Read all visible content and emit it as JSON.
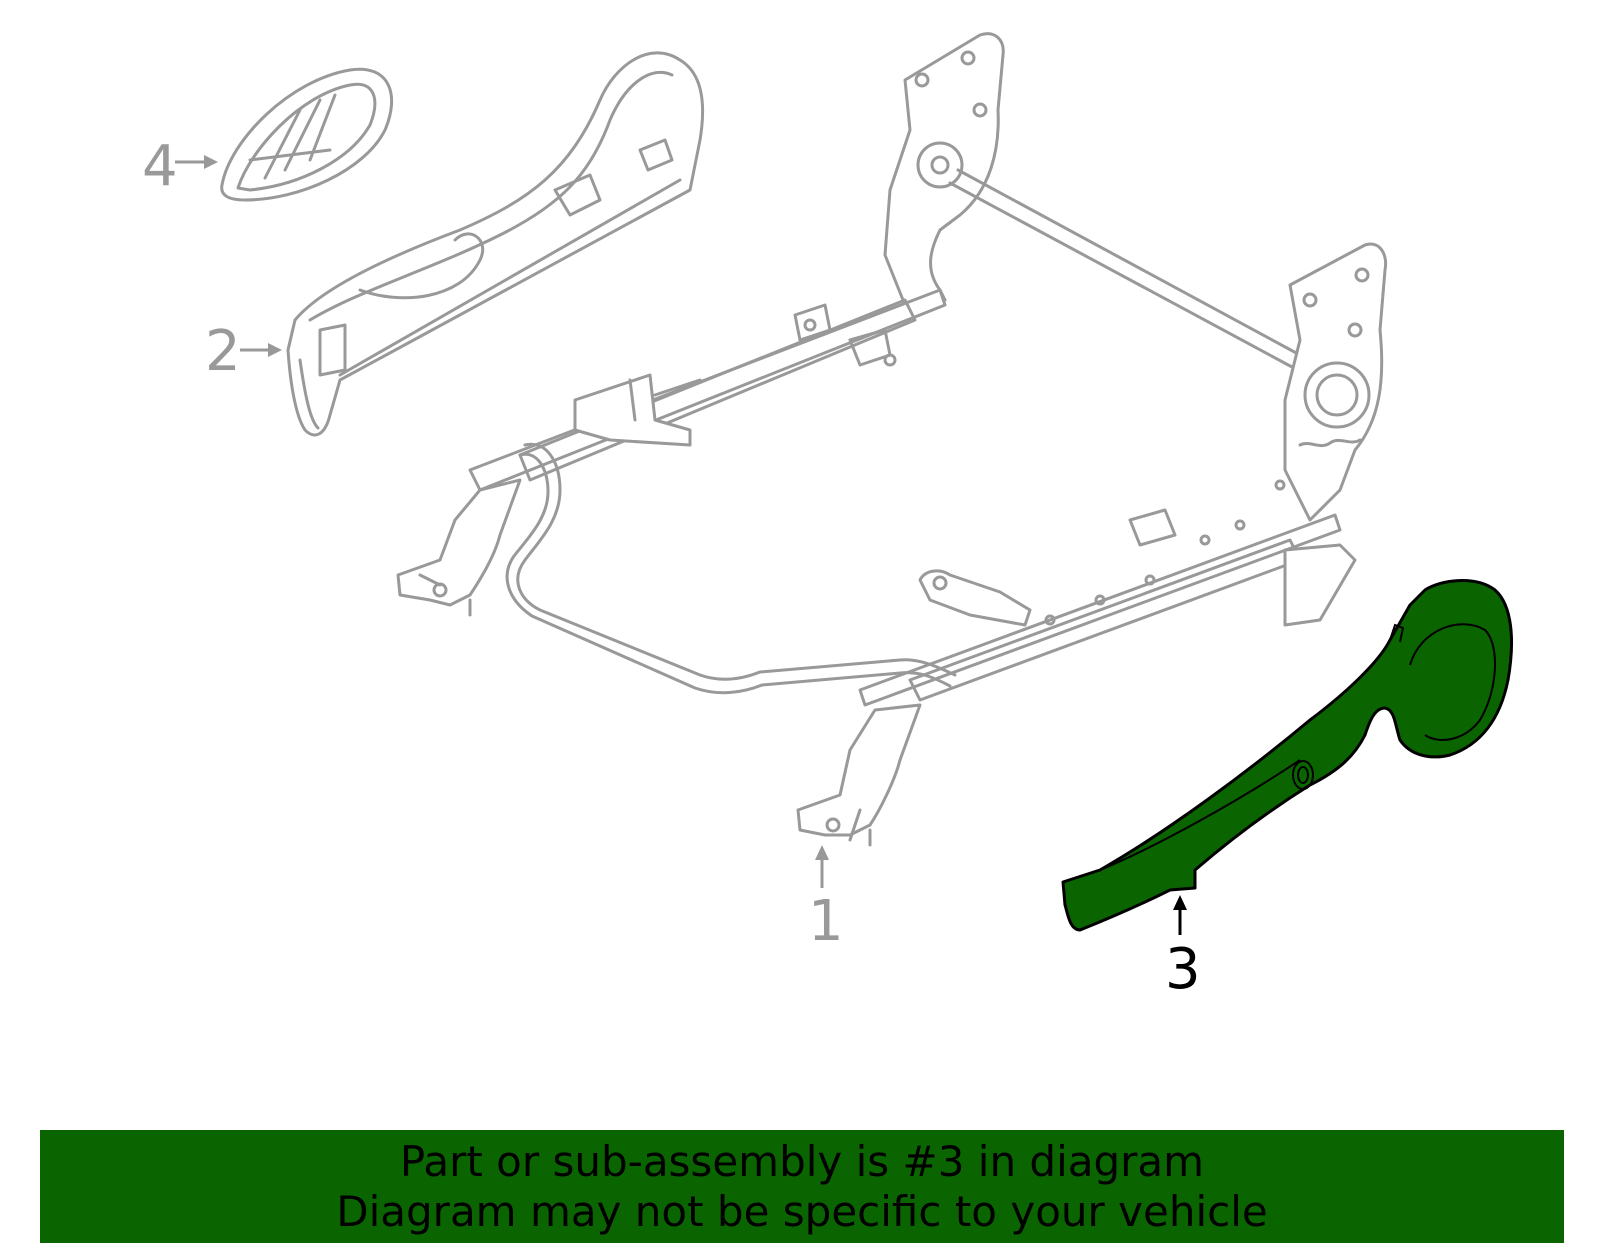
{
  "callouts": [
    {
      "number": "1",
      "part": "seat-track-frame",
      "highlighted": false
    },
    {
      "number": "2",
      "part": "outer-trim-panel",
      "highlighted": false
    },
    {
      "number": "3",
      "part": "side-shield-cover",
      "highlighted": true
    },
    {
      "number": "4",
      "part": "recliner-handle",
      "highlighted": false
    }
  ],
  "banner": {
    "line1": "Part or sub-assembly is #3 in diagram",
    "line2": "Diagram may not be specific to your vehicle"
  },
  "colors": {
    "highlight": "#0a6400",
    "line_art": "#999999",
    "banner_background": "#0a6400",
    "text": "#000000"
  }
}
